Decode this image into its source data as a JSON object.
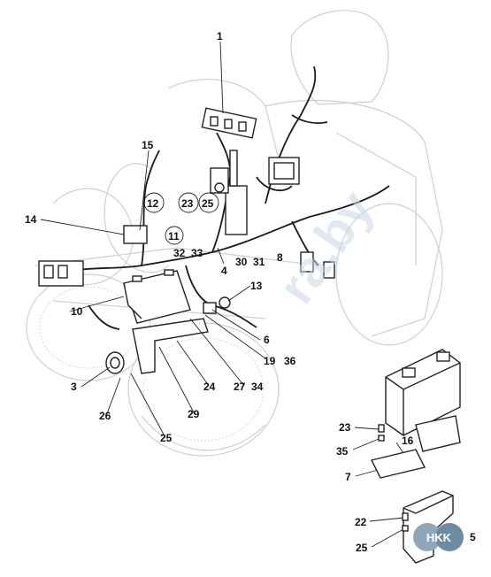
{
  "diagram": {
    "callouts": [
      "1",
      "15",
      "14",
      "12",
      "23",
      "25",
      "11",
      "32",
      "33",
      "30",
      "31",
      "8",
      "4",
      "13",
      "10",
      "6",
      "19",
      "36",
      "3",
      "24",
      "27",
      "34",
      "26",
      "29",
      "25",
      "23",
      "16",
      "35",
      "7",
      "22",
      "25",
      "5"
    ],
    "watermark": "ra.by",
    "logo_text": "HKK"
  }
}
